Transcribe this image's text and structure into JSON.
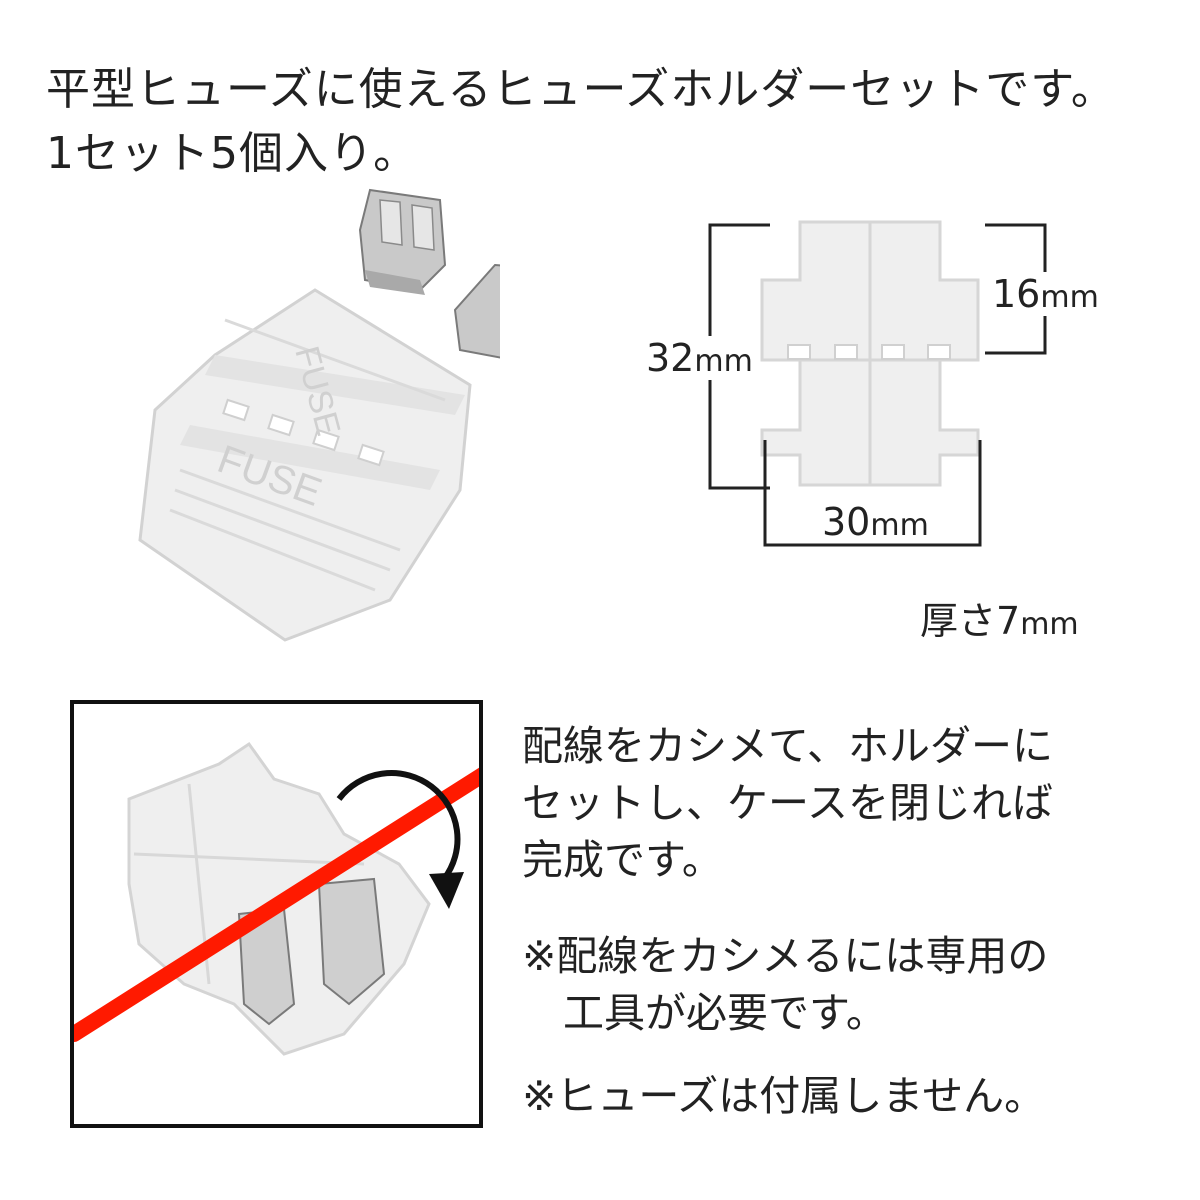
{
  "headline": {
    "line1": "平型ヒューズに使えるヒューズホルダーセットです。",
    "line2": "1セット5個入り。"
  },
  "product_photo": {
    "embossed_text_1": "FUSE",
    "embossed_text_2": "FUSE"
  },
  "dimensions": {
    "height": {
      "value": "32",
      "unit": "mm"
    },
    "half_height": {
      "value": "16",
      "unit": "mm"
    },
    "width": {
      "value": "30",
      "unit": "mm"
    },
    "thickness": {
      "label": "厚さ",
      "value": "7",
      "unit": "mm"
    }
  },
  "assembly": {
    "description_lines": [
      "配線をカシメて、ホルダーに",
      "セットし、ケースを閉じれば",
      "完成です。"
    ],
    "note1_lines": [
      "※配線をカシメるには専用の",
      "　工具が必要です。"
    ],
    "note2": "※ヒューズは付属しません。"
  },
  "colors": {
    "plastic": "#efefef",
    "plastic_shadow": "#d6d6d6",
    "metal": "#c9c9c9",
    "wire": "#ff1a00",
    "frame": "#111111"
  }
}
